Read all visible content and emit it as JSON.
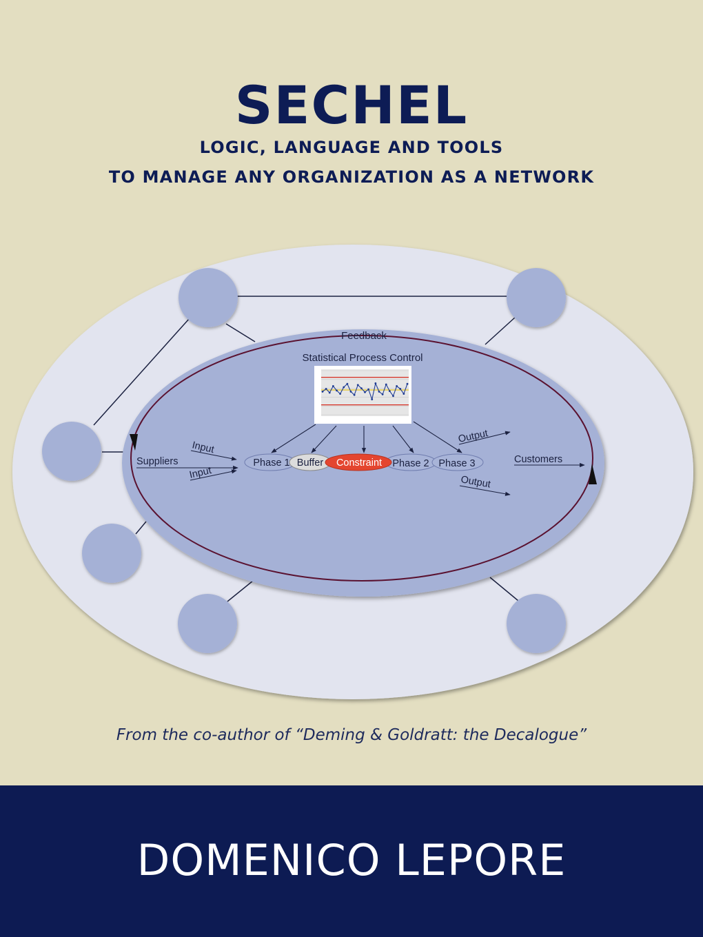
{
  "cover": {
    "title": "SECHEL",
    "subtitle_line1": "LOGIC, LANGUAGE AND TOOLS",
    "subtitle_line2": "TO MANAGE ANY ORGANIZATION AS A NETWORK",
    "tagline": "From the co-author of “Deming & Goldratt: the Decalogue”",
    "author": "DOMENICO LEPORE"
  },
  "diagram": {
    "feedback": "Feedback",
    "spc_label": "Statistical Process Control",
    "suppliers": "Suppliers",
    "customers": "Customers",
    "input_top": "Input",
    "input_bottom": "Input",
    "output_top": "Output",
    "output_bottom": "Output",
    "phase1": "Phase 1",
    "buffer": "Buffer",
    "constraint": "Constraint",
    "phase2": "Phase 2",
    "phase3": "Phase 3"
  },
  "colors": {
    "navy": "#0d1b53",
    "background": "#e3dec1",
    "outer_ellipse": "#e2e4ef",
    "inner_ellipse": "#a5b1d6",
    "node": "#a5b1d6",
    "constraint": "#e4452f",
    "buffer": "#dcdcdc"
  },
  "chart_data": {
    "type": "line",
    "title": "",
    "x": [
      1,
      2,
      3,
      4,
      5,
      6,
      7,
      8,
      9,
      10,
      11,
      12,
      13,
      14,
      15,
      16,
      17,
      18,
      19,
      20,
      21,
      22,
      23,
      24,
      25
    ],
    "values": [
      15.0,
      15.5,
      14.8,
      16.0,
      15.2,
      14.6,
      15.8,
      16.4,
      15.0,
      14.4,
      16.2,
      15.6,
      14.9,
      15.4,
      13.6,
      16.5,
      15.0,
      14.5,
      16.3,
      15.1,
      14.2,
      16.0,
      15.5,
      14.6,
      16.4
    ],
    "ucl": 17.6,
    "lcl": 12.6,
    "mean": 15.3,
    "ylim": [
      10.8,
      18.8
    ],
    "grid": true
  }
}
